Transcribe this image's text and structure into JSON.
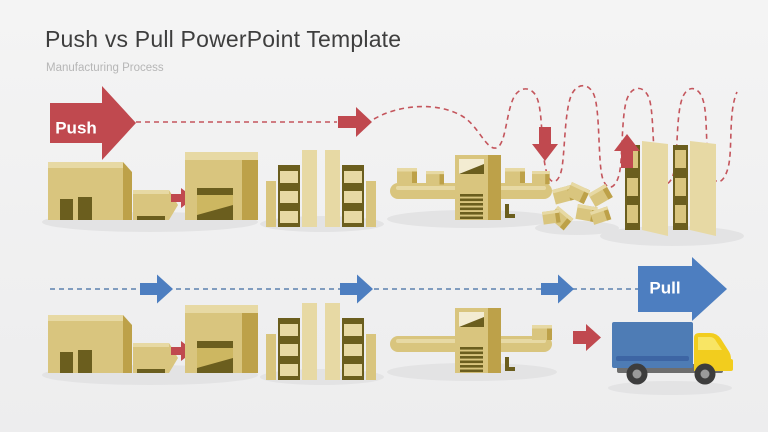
{
  "slide": {
    "title": "Push vs Pull PowerPoint Template",
    "subtitle": "Manufacturing Process"
  },
  "push_flow": {
    "label": "Push"
  },
  "pull_flow": {
    "label": "Pull"
  },
  "icons": {
    "push_arrow": "right-block-arrow",
    "pull_arrow": "right-block-arrow",
    "transfer_arrow": "right-block-arrow",
    "down_arrow": "down-block-arrow",
    "up_arrow": "up-block-arrow",
    "dispatch_arrow": "right-block-arrow"
  },
  "colors": {
    "background-top": "#f4f4f4",
    "background-bottom": "#ededee",
    "title": "#3e3e3e",
    "subtitle": "#b6b6b6",
    "red": "#c0494f",
    "red-line": "#c4555c",
    "blue": "#4d7ec0",
    "blue-line": "#7191b8",
    "tan": "#d9c57e",
    "tan-light": "#e7d9a4",
    "tan-dark": "#bda149",
    "olive": "#6b5e1e",
    "door-tan": "#cdb761",
    "truck-blue": "#4e7cb5",
    "truck-stripe": "#3d65a4",
    "cab-yellow": "#f2cd1e",
    "window-yellow": "#f8e564",
    "wheel-dark": "#3d3d3d",
    "wheel-hub": "#9a9a9a",
    "chassis-gray": "#6e6e6e",
    "shadow": "#e3e3e4"
  }
}
